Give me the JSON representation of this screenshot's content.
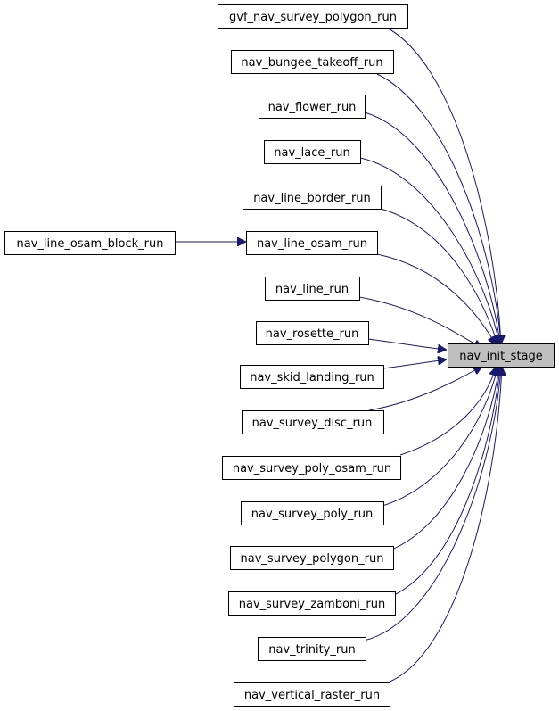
{
  "colors": {
    "edge": "#191970",
    "target_fill": "#bfbfbf",
    "node_fill": "#ffffff"
  },
  "target": {
    "label": "nav_init_stage"
  },
  "callers": [
    {
      "label": "gvf_nav_survey_polygon_run"
    },
    {
      "label": "nav_bungee_takeoff_run"
    },
    {
      "label": "nav_flower_run"
    },
    {
      "label": "nav_lace_run"
    },
    {
      "label": "nav_line_border_run"
    },
    {
      "label": "nav_line_osam_run"
    },
    {
      "label": "nav_line_run"
    },
    {
      "label": "nav_rosette_run"
    },
    {
      "label": "nav_skid_landing_run"
    },
    {
      "label": "nav_survey_disc_run"
    },
    {
      "label": "nav_survey_poly_osam_run"
    },
    {
      "label": "nav_survey_poly_run"
    },
    {
      "label": "nav_survey_polygon_run"
    },
    {
      "label": "nav_survey_zamboni_run"
    },
    {
      "label": "nav_trinity_run"
    },
    {
      "label": "nav_vertical_raster_run"
    }
  ],
  "secondary": {
    "label": "nav_line_osam_block_run",
    "calls": "nav_line_osam_run"
  }
}
